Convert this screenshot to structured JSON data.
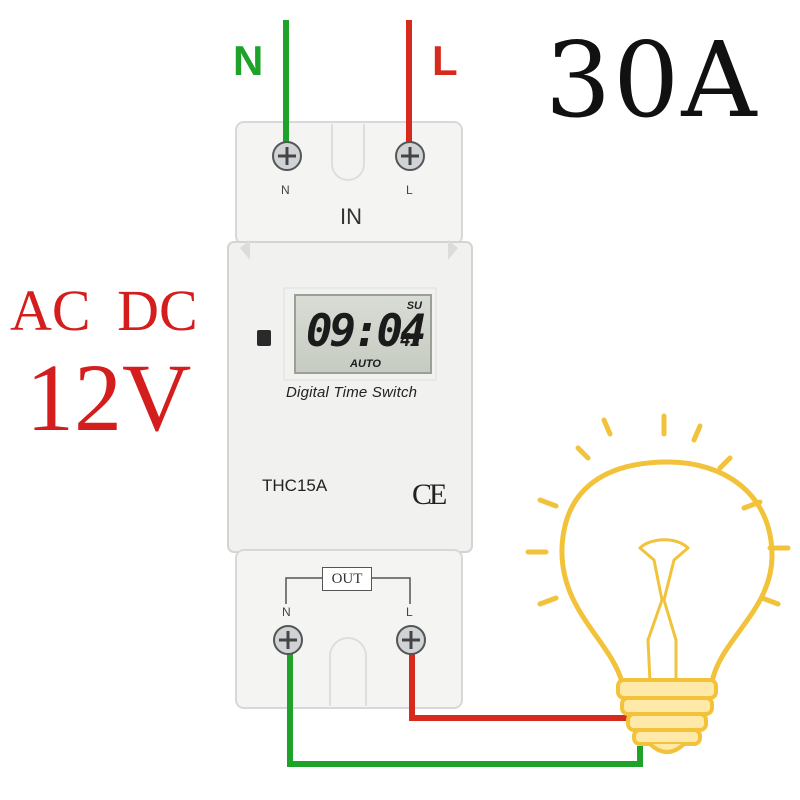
{
  "product": {
    "current_rating": "30A",
    "supply_type": "AC DC",
    "supply_voltage": "12V",
    "name": "Digital Time Switch",
    "model": "THC15A",
    "certification": "CE"
  },
  "wires": {
    "neutral_label": "N",
    "live_label": "L",
    "neutral_color": "#1fa22a",
    "live_color": "#d62a1e"
  },
  "device": {
    "input_label": "IN",
    "output_label": "OUT",
    "terminal_n": "N",
    "terminal_l": "L"
  },
  "display": {
    "day": "SU",
    "time": "09:04",
    "seconds": "41",
    "mode": "AUTO"
  },
  "lamp": {
    "icon": "light-bulb-icon",
    "color": "#f2c33a"
  }
}
